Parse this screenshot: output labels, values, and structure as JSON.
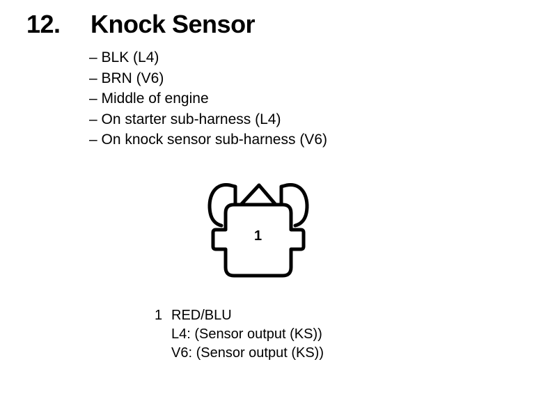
{
  "section": {
    "number": "12.",
    "title": "Knock Sensor"
  },
  "specs": [
    "– BLK (L4)",
    "– BRN (V6)",
    "– Middle of engine",
    "– On starter sub-harness (L4)",
    "– On knock sensor sub-harness (V6)"
  ],
  "connector": {
    "pin_label": "1",
    "pins": [
      {
        "number": "1",
        "wire_color": "RED/BLU",
        "functions": [
          "L4: (Sensor output (KS))",
          "V6: (Sensor output (KS))"
        ]
      }
    ]
  }
}
